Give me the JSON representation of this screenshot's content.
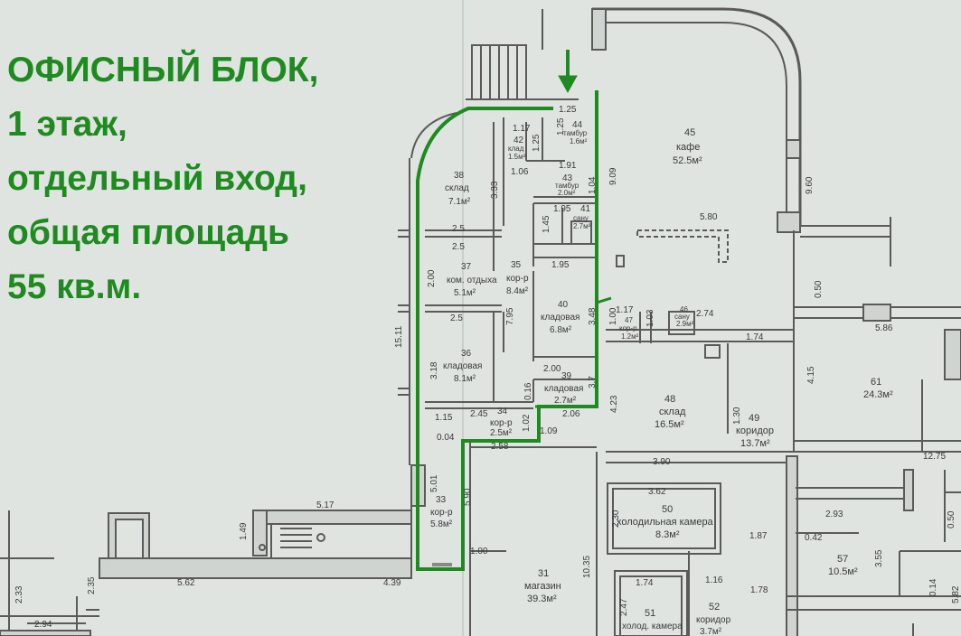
{
  "headline": {
    "line1": "ОФИСНЫЙ БЛОК,",
    "line2": "1 этаж,",
    "line3": "отдельный вход,",
    "line4": "общая площадь",
    "line5": "55 кв.м."
  },
  "colors": {
    "highlight": "#1f8a1f",
    "wall": "#555555",
    "background": "#dfe4e1"
  },
  "rooms": {
    "r45": {
      "num": "45",
      "name": "кафе",
      "area": "52.5м²"
    },
    "r44": {
      "num": "44",
      "name": "тамбур",
      "area": "1.6м²"
    },
    "r43": {
      "num": "43",
      "name": "тамбур",
      "area": "2.0м²"
    },
    "r42": {
      "num": "42",
      "name": "клад",
      "area": "1.5м²"
    },
    "r41": {
      "num": "41",
      "name": "сану",
      "area": "2.7м²"
    },
    "r38": {
      "num": "38",
      "name": "склад",
      "area": "7.1м²"
    },
    "r37": {
      "num": "37",
      "name": "ком. отдыха",
      "area": "5.1м²"
    },
    "r35": {
      "num": "35",
      "name": "кор-р",
      "area": "8.4м²"
    },
    "r40": {
      "num": "40",
      "name": "кладовая",
      "area": "6.8м²"
    },
    "r36": {
      "num": "36",
      "name": "кладовая",
      "area": "8.1м²"
    },
    "r39": {
      "num": "39",
      "name": "кладовая",
      "area": "2.7м²"
    },
    "r34": {
      "num": "34",
      "name": "кор-р",
      "area": "2.5м²"
    },
    "r33": {
      "num": "33",
      "name": "кор-р",
      "area": "5.8м²"
    },
    "r31": {
      "num": "31",
      "name": "магазин",
      "area": "39.3м²"
    },
    "r48": {
      "num": "48",
      "name": "склад",
      "area": "16.5м²"
    },
    "r49": {
      "num": "49",
      "name": "коридор",
      "area": "13.7м²"
    },
    "r50": {
      "num": "50",
      "name": "холодильная камера",
      "area": "8.3м²"
    },
    "r51": {
      "num": "51",
      "name": "холод. камера",
      "area": ""
    },
    "r52": {
      "num": "52",
      "name": "коридор",
      "area": "3.7м²"
    },
    "r57": {
      "num": "57",
      "name": "",
      "area": "10.5м²"
    },
    "r61": {
      "num": "61",
      "name": "",
      "area": "24.3м²"
    },
    "r47": {
      "num": "47",
      "name": "кор-р",
      "area": "1.2м²"
    },
    "r46": {
      "num": "46",
      "name": "сану",
      "area": "2.9м²"
    }
  },
  "dims": {
    "d1": "1.25",
    "d2": "1.17",
    "d3": "1.25",
    "d4": "1.06",
    "d5": "1.91",
    "d6": "3.33",
    "d7": "1.04",
    "d8": "9.09",
    "d9": "9.60",
    "d10": "1.95",
    "d11": "1.45",
    "d12": "5.80",
    "d13": "1.95",
    "d14": "2.5",
    "d15": "2.5",
    "d16": "2.00",
    "d17": "7.95",
    "d18": "3.48",
    "d19": "15.11",
    "d20": "2.5",
    "d21": "3.18",
    "d22": "2.00",
    "d23": "0.16",
    "d24": "3.7",
    "d25": "1.15",
    "d26": "2.45",
    "d27": "1.02",
    "d28": "2.06",
    "d29": "4.23",
    "d30": "0.04",
    "d31": "2.58",
    "d32": "1.09",
    "d33": "5.01",
    "d34": "5.90",
    "d35": "5.17",
    "d36": "1.49",
    "d37": "5.62",
    "d38": "4.39",
    "d39": "1.00",
    "d40": "10.35",
    "d41": "2.35",
    "d42": "2.33",
    "d43": "2.94",
    "d44": "1.17",
    "d45": "1.03",
    "d46": "2.74",
    "d47": "1.00",
    "d48": "1.74",
    "d49": "0.50",
    "d50": "5.86",
    "d51": "4.15",
    "d52": "1.30",
    "d53": "3.90",
    "d54": "12.75",
    "d55": "3.62",
    "d56": "2.30",
    "d57": "1.87",
    "d58": "2.93",
    "d59": "0.42",
    "d60": "0.50",
    "d61": "3.55",
    "d62": "1.74",
    "d63": "2.47",
    "d64": "1.16",
    "d65": "1.78",
    "d66": "0.14",
    "d67": "5.82"
  }
}
